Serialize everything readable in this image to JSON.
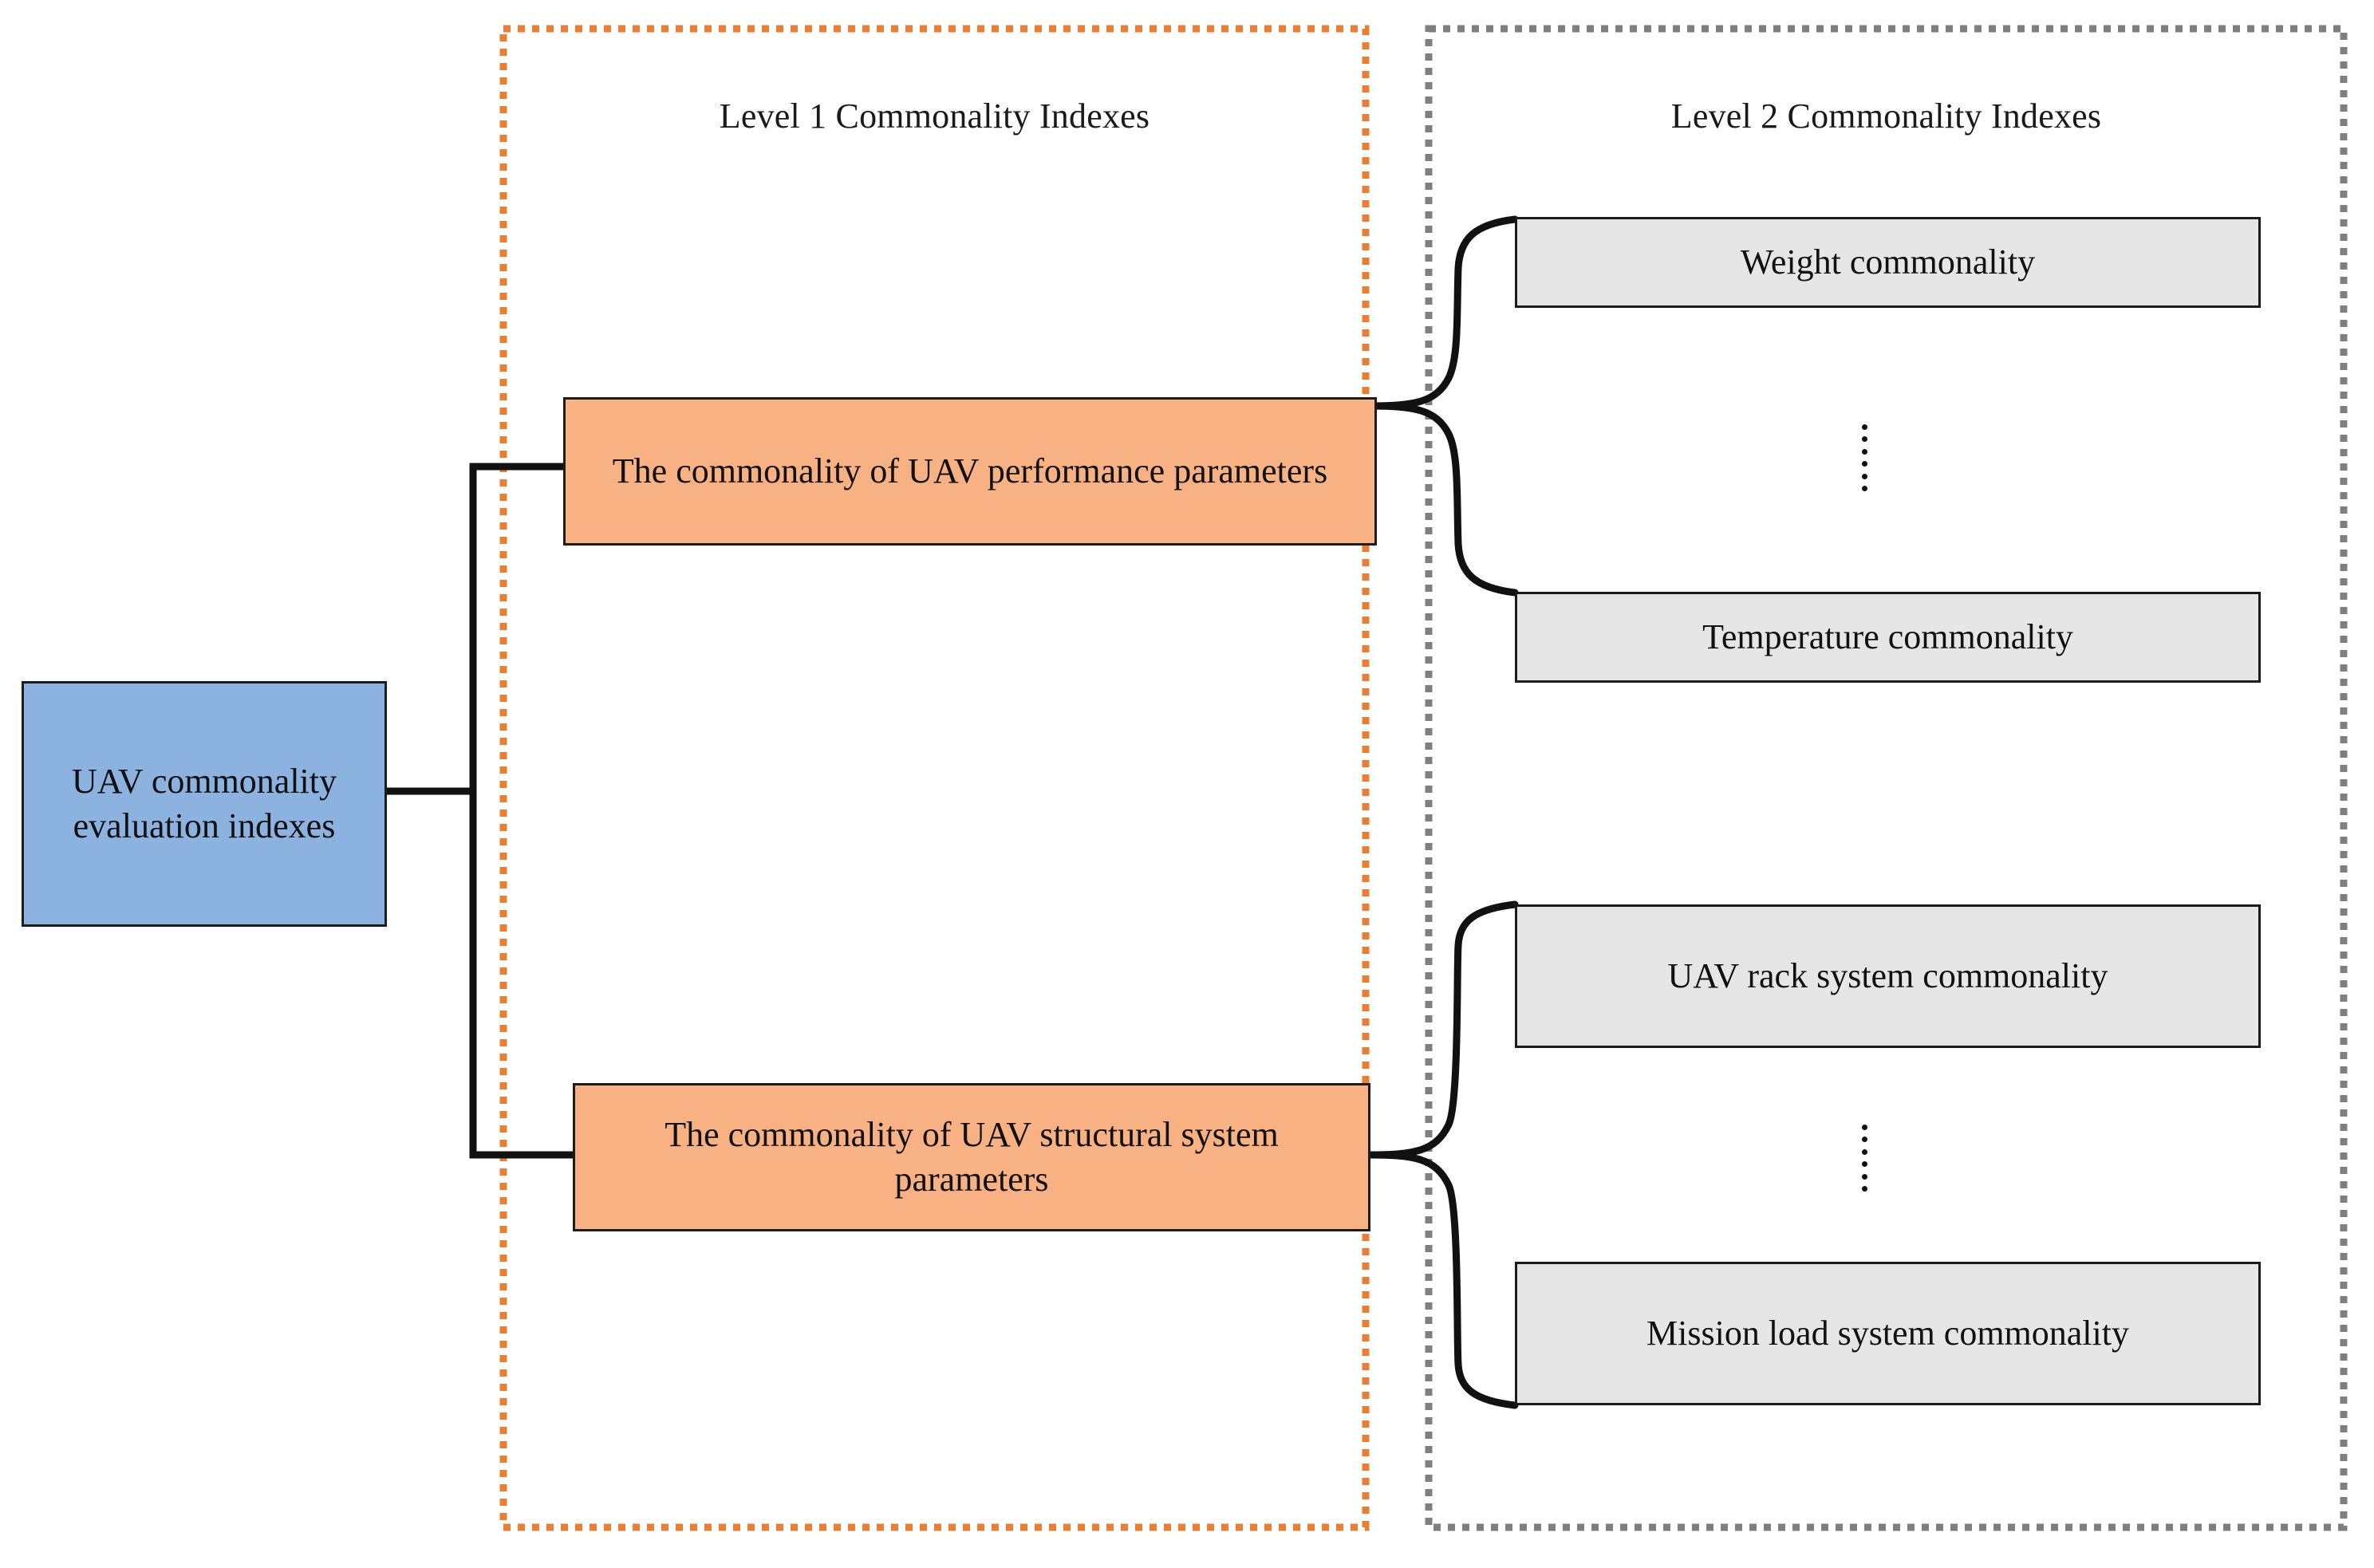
{
  "diagram": {
    "title_level1": "Level 1 Commonality Indexes",
    "title_level2": "Level 2 Commonality Indexes",
    "root": {
      "label": "UAV commonality evaluation indexes",
      "fill": "#8CB2E0",
      "stroke": "#1C1C1C"
    },
    "level1_nodes": [
      {
        "id": "performance-parameters",
        "label": "The commonality of UAV performance parameters",
        "fill": "#F8B183",
        "stroke": "#1C1C1C"
      },
      {
        "id": "structural-system-parameters",
        "label": "The commonality of UAV structural system parameters",
        "fill": "#F8B183",
        "stroke": "#1C1C1C"
      }
    ],
    "level2_groups": [
      {
        "parent": "performance-parameters",
        "nodes": [
          {
            "id": "weight-commonality",
            "label": "Weight commonality",
            "fill": "#E6E6E6",
            "stroke": "#1C1C1C"
          },
          {
            "id": "temperature-commonality",
            "label": "Temperature commonality",
            "fill": "#E6E6E6",
            "stroke": "#1C1C1C"
          }
        ],
        "ellipsis": "⋮"
      },
      {
        "parent": "structural-system-parameters",
        "nodes": [
          {
            "id": "uav-rack-system-commonality",
            "label": "UAV rack system commonality",
            "fill": "#E6E6E6",
            "stroke": "#1C1C1C"
          },
          {
            "id": "mission-load-system-commonality",
            "label": "Mission load system commonality",
            "fill": "#E6E6E6",
            "stroke": "#1C1C1C"
          }
        ],
        "ellipsis": "⋮"
      }
    ],
    "regions": [
      {
        "id": "level-1-region",
        "border_color": "#ED7D31",
        "border_style": "dotted"
      },
      {
        "id": "level-2-region",
        "border_color": "#7F7F7F",
        "border_style": "dotted"
      }
    ],
    "connector_color": "#111111"
  }
}
